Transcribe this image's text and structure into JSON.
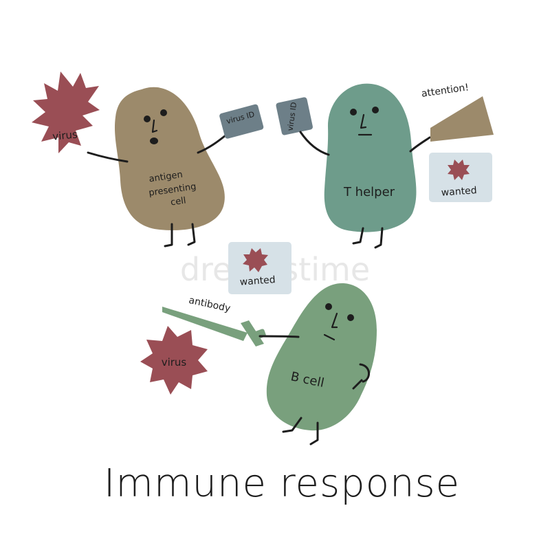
{
  "title": "Immune response",
  "watermark": "dreamstime",
  "colors": {
    "apc_body": "#9c8a6b",
    "thelper_body": "#6e9c8b",
    "bcell_body": "#79a07d",
    "virus": "#9a4e55",
    "virus_id_card": "#6d7f88",
    "wanted_card": "#d6e1e7",
    "wanted_star": "#9a4e55",
    "megaphone": "#9c8a6b",
    "antibody_sword": "#79a07d",
    "ink": "#1d1d1d"
  },
  "characters": {
    "apc": {
      "label_lines": [
        "antigen",
        "presenting",
        "cell"
      ],
      "held_card": "virus ID"
    },
    "thelper": {
      "label": "T helper",
      "held_card": "virus ID",
      "shout": "attention!"
    },
    "bcell": {
      "label": "B cell",
      "weapon_label": "antibody"
    }
  },
  "viruses": {
    "label": "virus"
  },
  "wanted_posters": {
    "label": "wanted"
  }
}
